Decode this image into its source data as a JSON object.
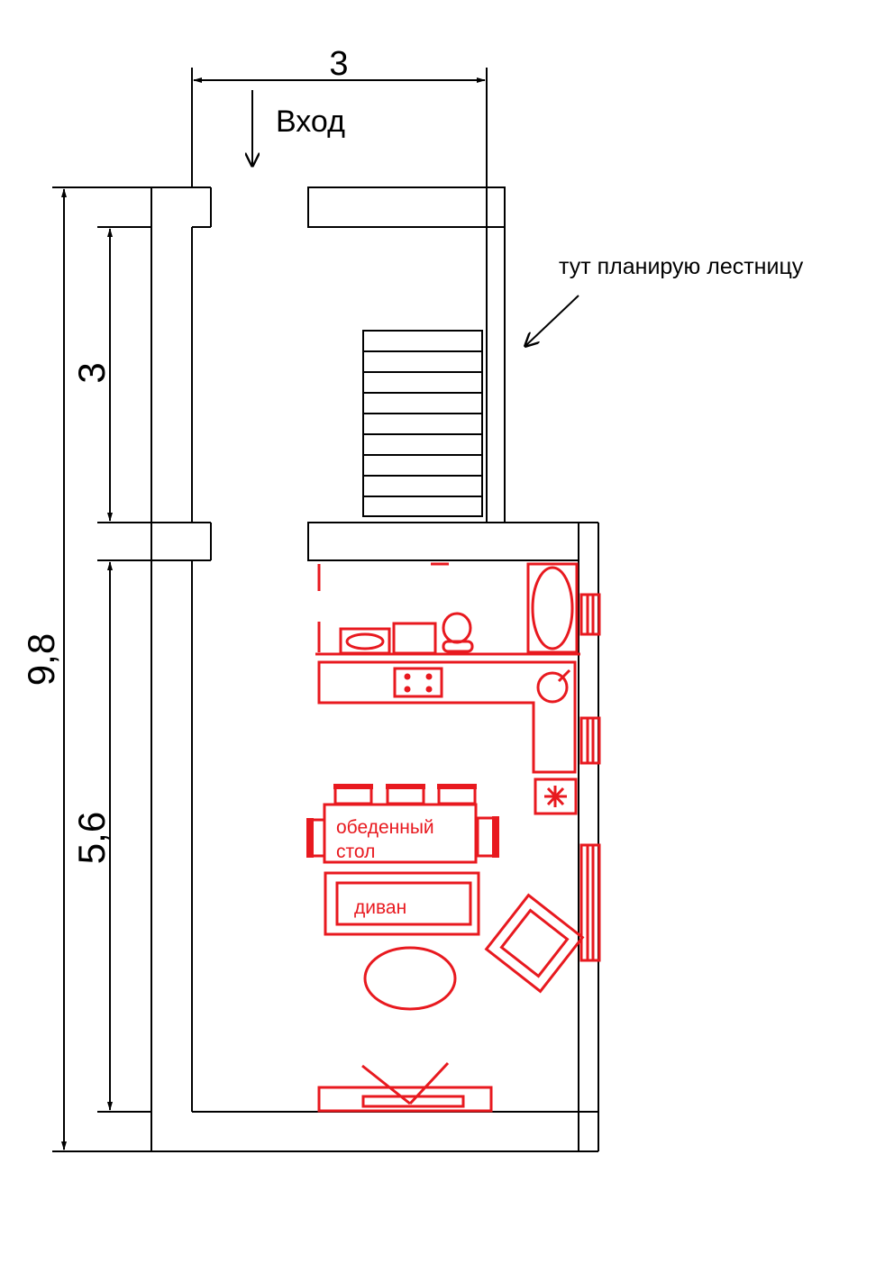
{
  "labels": {
    "entrance": "Вход",
    "stair_note": "тут планирую лестницу",
    "dining_line1": "обеденный",
    "dining_line2": "стол",
    "sofa": "диван"
  },
  "dimensions": {
    "top_width": "3",
    "total_length": "9,8",
    "corridor_length": "3",
    "room_length": "5,6"
  },
  "colors": {
    "walls": "#000000",
    "furniture": "#e8191f",
    "background": "#ffffff"
  }
}
